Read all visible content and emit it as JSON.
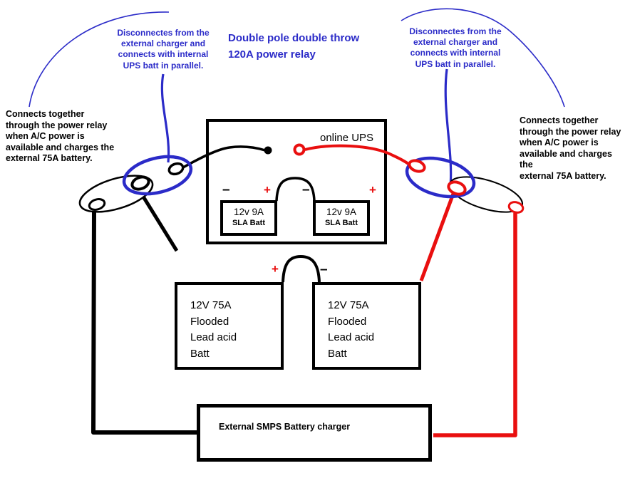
{
  "colors": {
    "blue": "#2b2bc8",
    "red": "#e90f0f",
    "black": "#000000"
  },
  "title": "Double pole double throw\n120A power relay",
  "callouts": {
    "left_relay": "Disconnectes from the\nexternal charger and\nconnects with internal\nUPS batt in parallel.",
    "right_relay": "Disconnectes from the\nexternal charger and\nconnects with internal\nUPS batt in parallel.",
    "left_contact": "Connects together\nthrough the power relay\nwhen A/C power is\navailable and charges the\nexternal 75A battery.",
    "right_contact": "Connects together\nthrough the power relay\nwhen A/C power is\navailable and charges the\nexternal 75A battery."
  },
  "ups": {
    "label": "online UPS",
    "batteries": [
      {
        "name": "12v 9A",
        "type": "SLA Batt"
      },
      {
        "name": "12v 9A",
        "type": "SLA Batt"
      }
    ]
  },
  "external_batteries": [
    {
      "label": "12V 75A\nFlooded\nLead acid\nBatt"
    },
    {
      "label": "12V 75A\nFlooded\nLead acid\nBatt"
    }
  ],
  "charger": {
    "label": "External SMPS Battery charger"
  },
  "terminals": {
    "plus": "+",
    "minus": "–"
  }
}
